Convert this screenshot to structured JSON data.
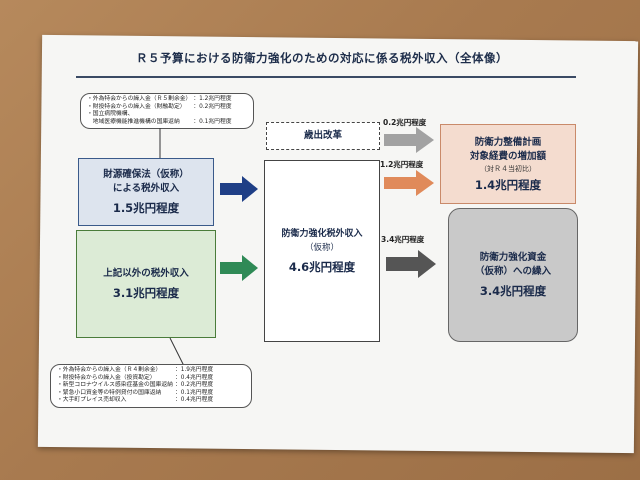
{
  "title": "Ｒ５予算における防衛力強化のための対応に係る税外収入（全体像）",
  "top_note": {
    "rows": [
      {
        "label": "・外為特会からの繰入金（Ｒ５剰余金）",
        "value": "：1.2兆円程度"
      },
      {
        "label": "・財投特会からの繰入金（財融勘定）",
        "value": "：0.2兆円程度"
      },
      {
        "label": "・国立病院機構、",
        "value": ""
      },
      {
        "label": "　地域医療機能推進機構の国庫返納",
        "value": "：0.1兆円程度"
      }
    ]
  },
  "bottom_note": {
    "rows": [
      {
        "label": "・外為特会からの繰入金（Ｒ４剰余金）",
        "value": "：1.9兆円程度"
      },
      {
        "label": "・財投特会からの繰入金（投資勘定）",
        "value": "：0.4兆円程度"
      },
      {
        "label": "・新型コロナウイルス感染症基金の国庫返納",
        "value": "：0.2兆円程度"
      },
      {
        "label": "・緊急小口資金等の特例貸付の国庫返納",
        "value": "：0.1兆円程度"
      },
      {
        "label": "・大手町プレイス売却収入",
        "value": "：0.4兆円程度"
      }
    ]
  },
  "box_zaigen": {
    "line1": "財源確保法（仮称）",
    "line2": "による税外収入",
    "amount": "1.5兆円程度"
  },
  "box_other": {
    "line1": "上記以外の税外収入",
    "amount": "3.1兆円程度"
  },
  "box_center": {
    "line1": "防衛力強化税外収入",
    "line2": "（仮称）",
    "amount": "4.6兆円程度"
  },
  "box_reform": {
    "label": "歳出改革"
  },
  "box_plan": {
    "line1": "防衛力整備計画",
    "line2": "対象経費の増加額",
    "line3": "（対Ｒ４当初比）",
    "amount": "1.4兆円程度"
  },
  "box_fund": {
    "line1": "防衛力強化資金",
    "line2": "（仮称）への繰入",
    "amount": "3.4兆円程度"
  },
  "arrows": {
    "reform": "0.2兆円程度",
    "plan": "1.2兆円程度",
    "fund": "3.4兆円程度"
  },
  "colors": {
    "blue_arrow": "#1f3f86",
    "green_arrow": "#2f8a56",
    "gray_arrow": "#9a9a9a",
    "orange_arrow": "#e08a5a",
    "dark_arrow": "#555555"
  }
}
